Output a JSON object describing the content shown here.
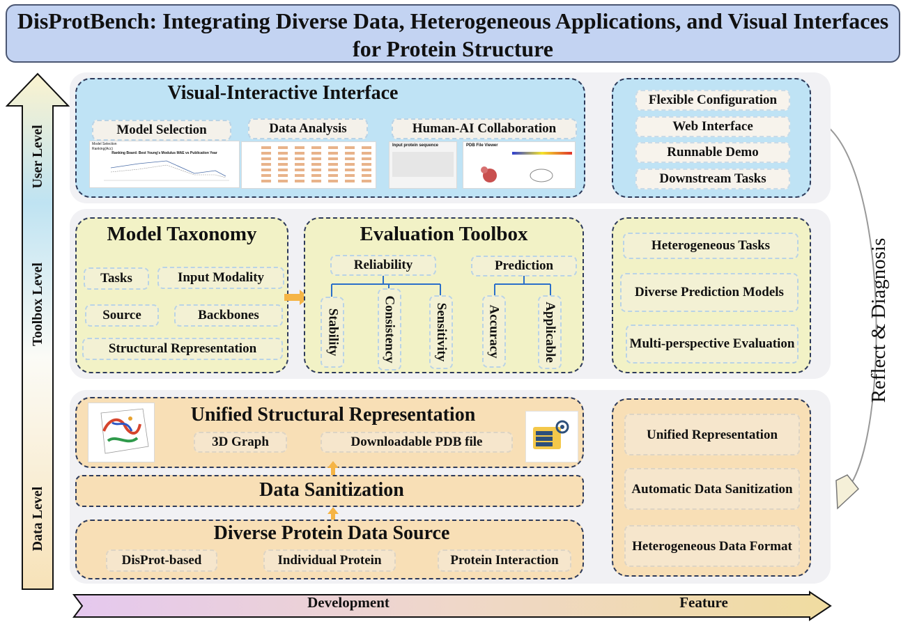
{
  "title": "DisProtBench: Integrating Diverse Data, Heterogeneous Applications, and Visual Interfaces for Protein Structure",
  "levels": {
    "user": "User Level",
    "toolbox": "Toolbox Level",
    "data": "Data Level"
  },
  "bottom_axis": {
    "left": "Development",
    "right": "Feature"
  },
  "reflect": "Reflect & Diagnosis",
  "user": {
    "title": "Visual-Interactive Interface",
    "chips": [
      "Model Selection",
      "Data Analysis",
      "Human-AI Collaboration"
    ],
    "thumbs": {
      "model_selection": "Model Selection",
      "model_sel_sub": "Ranking(Acc)",
      "chart_title": "Ranking Board: Best Young's Modulus MAE vs Publication Year",
      "input_seq": "Input protein sequence",
      "pdb_viewer": "PDB File Viewer"
    },
    "features": [
      "Flexible Configuration",
      "Web Interface",
      "Runnable Demo",
      "Downstream Tasks"
    ]
  },
  "toolbox": {
    "taxonomy_title": "Model Taxonomy",
    "taxonomy_chips": [
      "Tasks",
      "Input Modality",
      "Source",
      "Backbones",
      "Structural Representation"
    ],
    "eval_title": "Evaluation Toolbox",
    "reliability": "Reliability",
    "prediction": "Prediction",
    "reliability_children": [
      "Stability",
      "Consistency",
      "Sensitivity"
    ],
    "prediction_children": [
      "Accuracy",
      "Applicable"
    ],
    "features": [
      "Heterogeneous Tasks",
      "Diverse Prediction Models",
      "Multi-perspective Evaluation"
    ]
  },
  "data": {
    "unified_title": "Unified Structural Representation",
    "unified_chips": [
      "3D Graph",
      "Downloadable PDB file"
    ],
    "sanitization": "Data Sanitization",
    "source_title": "Diverse Protein Data Source",
    "source_chips": [
      "DisProt-based",
      "Individual Protein",
      "Protein Interaction"
    ],
    "features": [
      "Unified Representation",
      "Automatic Data Sanitization",
      "Heterogeneous Data Format"
    ]
  },
  "colors": {
    "title_bg": "#c3d3f2",
    "blue_panel": "#bfe3f5",
    "yellow_panel": "#f2f2c6",
    "orange_panel": "#f8dfb6",
    "arrow_orange": "#f5b445"
  }
}
